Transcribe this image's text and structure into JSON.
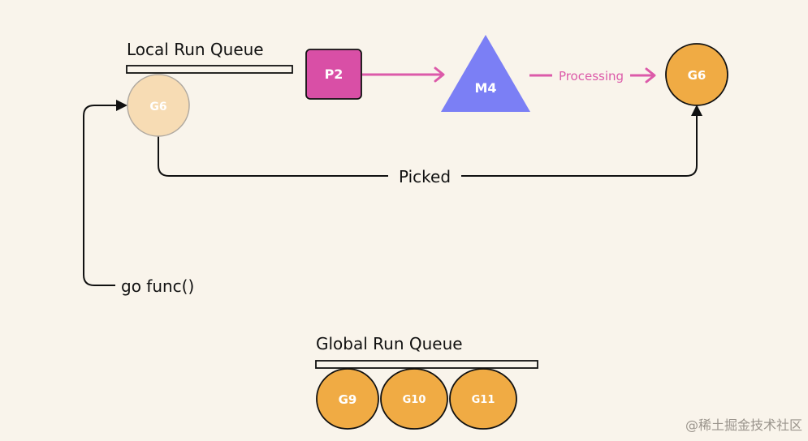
{
  "local_queue": {
    "title": "Local Run Queue",
    "goroutine": "G6"
  },
  "processor": {
    "label": "P2"
  },
  "machine": {
    "label": "M4"
  },
  "processing": {
    "label": "Processing",
    "goroutine": "G6"
  },
  "picked_label": "Picked",
  "go_func_label": "go func()",
  "global_queue": {
    "title": "Global Run Queue",
    "goroutines": [
      "G9",
      "G10",
      "G11"
    ]
  },
  "watermark": "@稀土掘金技术社区",
  "colors": {
    "background": "#f9f4eb",
    "goroutine": "#f0ab44",
    "goroutine_faded": "#f7dcb4",
    "processor": "#d94fa6",
    "machine": "#7b7ff5",
    "flow_arrow": "#dc5aa9",
    "line": "#111111"
  }
}
